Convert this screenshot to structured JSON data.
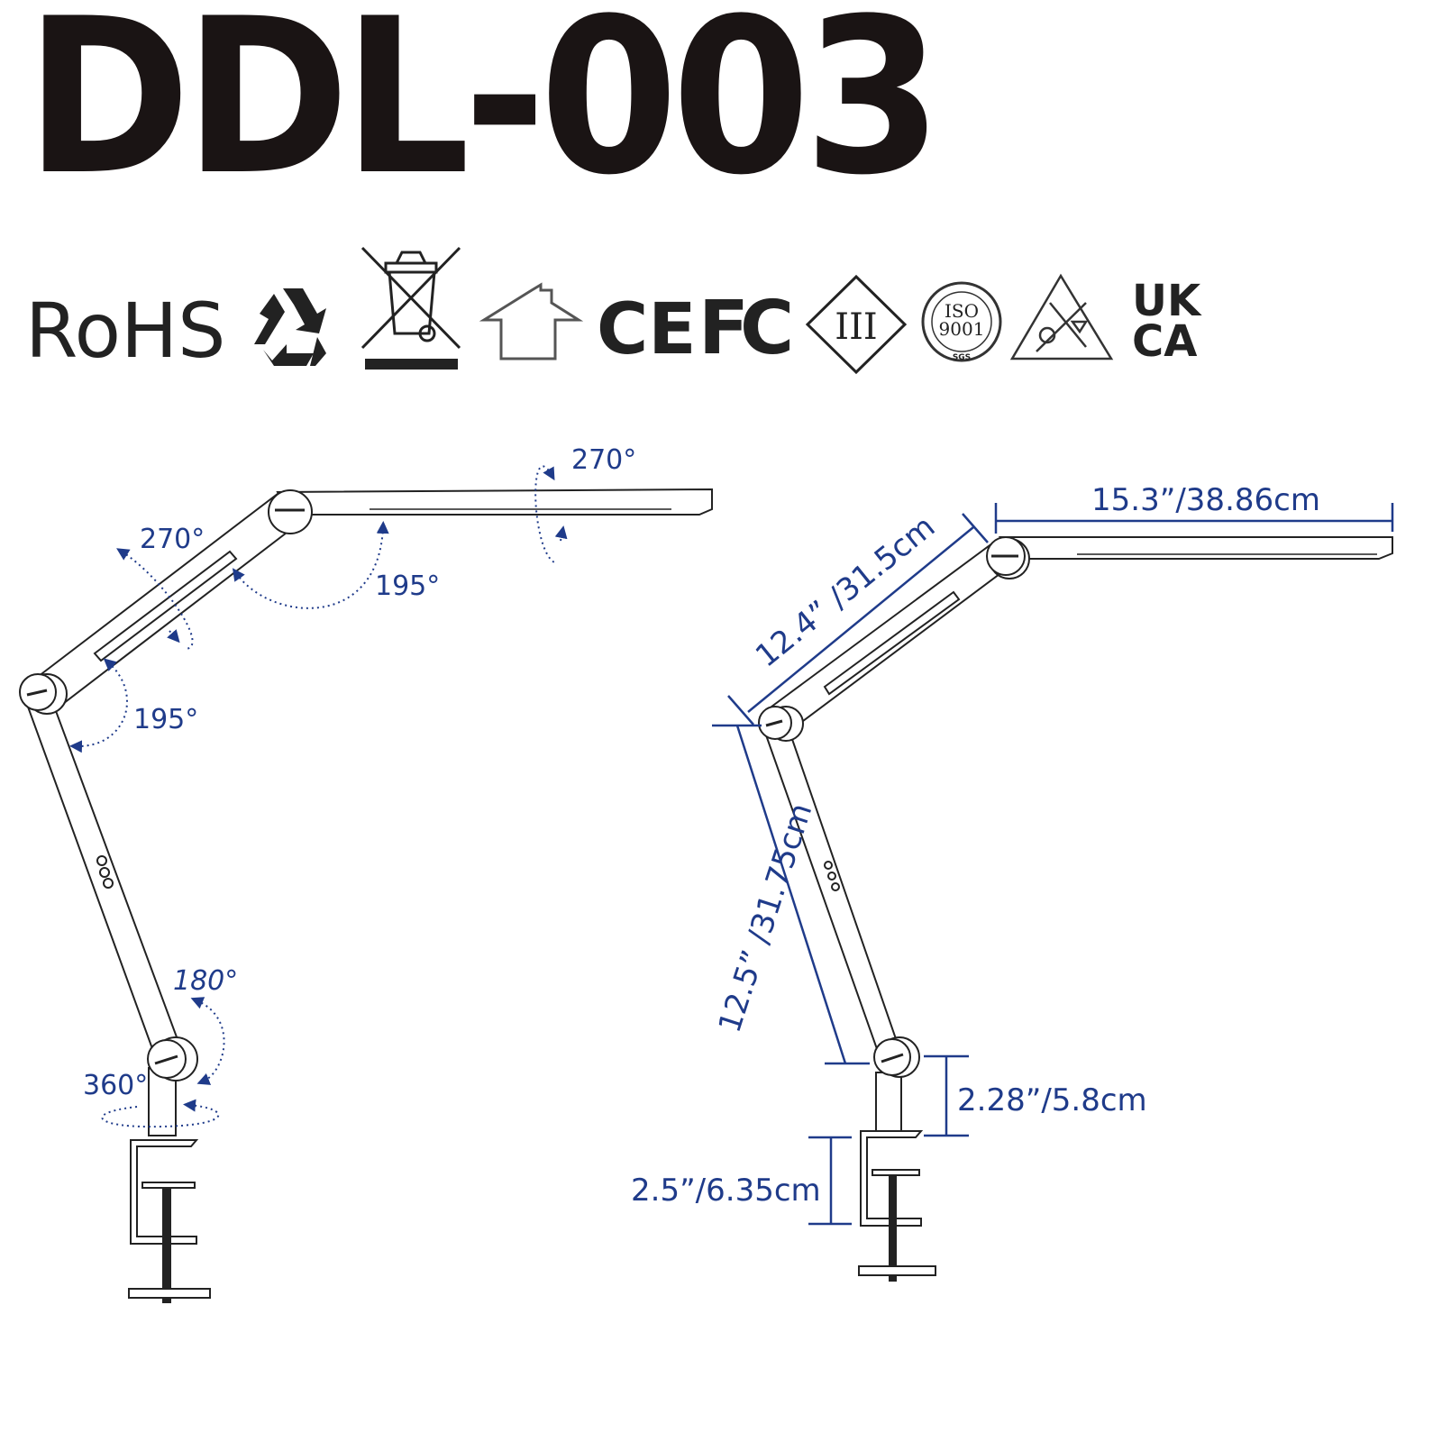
{
  "title": "DDL-003",
  "certifications": {
    "rohs": "RoHS",
    "recycle": "recycle-icon",
    "weee": "weee-crossed-bin-icon",
    "indoor": "indoor-use-house-icon",
    "ce": "CE",
    "fcc": "FC",
    "class3": "III",
    "iso": {
      "line1": "ISO",
      "line2": "9001",
      "sub": "SGS"
    },
    "no_gaze": "do-not-stare-light-icon",
    "ukca": {
      "line1": "UK",
      "line2": "CA"
    }
  },
  "rotation_diagram": {
    "head_rotation": "270°",
    "head_joint_angle": "195°",
    "upper_arm_rotation": "270°",
    "elbow_angle": "195°",
    "base_tilt": "180°",
    "base_swivel": "360°"
  },
  "dimensions_diagram": {
    "head_length": "15.3”/38.86cm",
    "upper_arm_length": "12.4” /31.5cm",
    "lower_arm_length": "12.5” /31.75cm",
    "post_height": "2.28”/5.8cm",
    "clamp_opening": "2.5”/6.35cm"
  },
  "colors": {
    "text": "#1a1414",
    "annotation": "#1f3b8a"
  }
}
